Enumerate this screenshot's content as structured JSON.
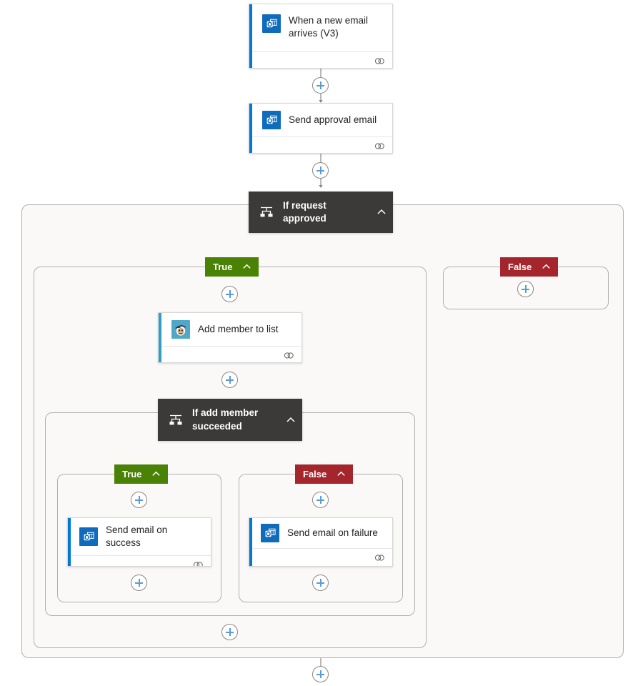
{
  "flow": {
    "canvas_background": "#ffffff",
    "scope_background": "#faf9f8",
    "scope_border": "#b3b0ad",
    "accent_blue": "#0078d4",
    "condition_background": "#3b3a39",
    "true_color": "#498205",
    "false_color": "#a4262c",
    "plus_glyph_color": "#5b9bd5"
  },
  "nodes": {
    "trigger": {
      "title": "When a new email arrives (V3)",
      "icon": "outlook-icon",
      "footer_icon": "link-icon"
    },
    "send_approval": {
      "title": "Send approval email",
      "icon": "outlook-icon",
      "footer_icon": "link-icon"
    },
    "condition_outer": {
      "title": "If request approved",
      "icon": "condition-icon",
      "chevron": "chevron-up-icon"
    },
    "add_member": {
      "title": "Add member to list",
      "icon": "mailchimp-icon",
      "footer_icon": "link-icon"
    },
    "condition_inner": {
      "title": "If add member succeeded",
      "icon": "condition-icon",
      "chevron": "chevron-up-icon"
    },
    "send_success": {
      "title": "Send email on success",
      "icon": "outlook-icon",
      "footer_icon": "link-icon"
    },
    "send_failure": {
      "title": "Send email on failure",
      "icon": "outlook-icon",
      "footer_icon": "link-icon"
    }
  },
  "branches": {
    "outer_true": {
      "label": "True",
      "chevron": "chevron-up-icon"
    },
    "outer_false": {
      "label": "False",
      "chevron": "chevron-up-icon"
    },
    "inner_true": {
      "label": "True",
      "chevron": "chevron-up-icon"
    },
    "inner_false": {
      "label": "False",
      "chevron": "chevron-up-icon"
    }
  },
  "add_buttons": [
    {
      "name": "add-step-after-trigger"
    },
    {
      "name": "add-step-after-send-approval"
    },
    {
      "name": "add-step-outer-false-branch"
    },
    {
      "name": "add-step-outer-true-branch"
    },
    {
      "name": "add-step-after-add-member"
    },
    {
      "name": "add-step-inner-true-branch"
    },
    {
      "name": "add-step-inner-false-branch"
    },
    {
      "name": "add-step-after-send-success"
    },
    {
      "name": "add-step-after-send-failure"
    },
    {
      "name": "add-step-after-inner-condition"
    },
    {
      "name": "add-step-after-outer-condition"
    }
  ]
}
